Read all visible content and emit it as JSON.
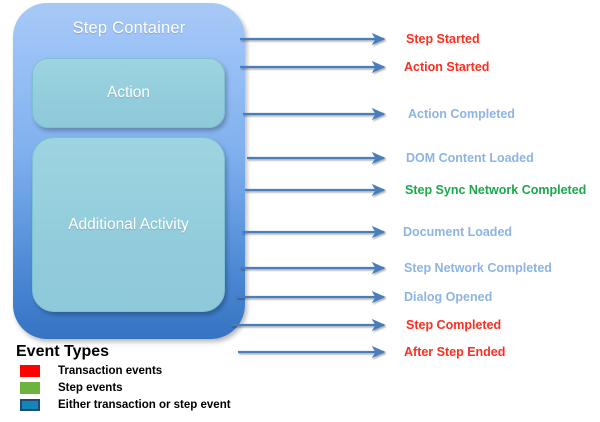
{
  "diagram": {
    "title": "Step Container",
    "boxes": [
      {
        "name": "step-container",
        "label": "Step Container"
      },
      {
        "name": "action",
        "label": "Action"
      },
      {
        "name": "additional-activity",
        "label": "Additional Activity"
      }
    ],
    "events": [
      {
        "label": "Step Started",
        "category": "transaction",
        "color": "#fb2e1f"
      },
      {
        "label": "Action Started",
        "category": "transaction",
        "color": "#fb2e1f"
      },
      {
        "label": "Action Completed",
        "category": "either",
        "color": "#8db4e2"
      },
      {
        "label": "DOM Content Loaded",
        "category": "either",
        "color": "#8db4e2"
      },
      {
        "label": "Step Sync Network Completed",
        "category": "step",
        "color": "#1ba94c"
      },
      {
        "label": "Document Loaded",
        "category": "either",
        "color": "#8db4e2"
      },
      {
        "label": "Step Network Completed",
        "category": "either",
        "color": "#8db4e2"
      },
      {
        "label": "Dialog Opened",
        "category": "either",
        "color": "#8db4e2"
      },
      {
        "label": "Step Completed",
        "category": "transaction",
        "color": "#fb2e1f"
      },
      {
        "label": "After Step Ended",
        "category": "transaction",
        "color": "#fb2e1f"
      }
    ],
    "arrow_color": "#4a7ebb"
  },
  "legend": {
    "title": "Event Types",
    "items": [
      {
        "label": "Transaction events",
        "color": "#ff0000",
        "swatch": "sw-transaction"
      },
      {
        "label": "Step events",
        "color": "#6cb33f",
        "swatch": "sw-step"
      },
      {
        "label": "Either transaction or step event",
        "color": "#1286b4",
        "swatch": "sw-either"
      }
    ]
  },
  "colors": {
    "container_top": "#9dc3f7",
    "container_bottom": "#3574c2",
    "inner_box": "#93cddc",
    "arrow": "#4a7ebb",
    "transaction": "#fb2e1f",
    "step": "#1ba94c",
    "either": "#8db4e2"
  }
}
